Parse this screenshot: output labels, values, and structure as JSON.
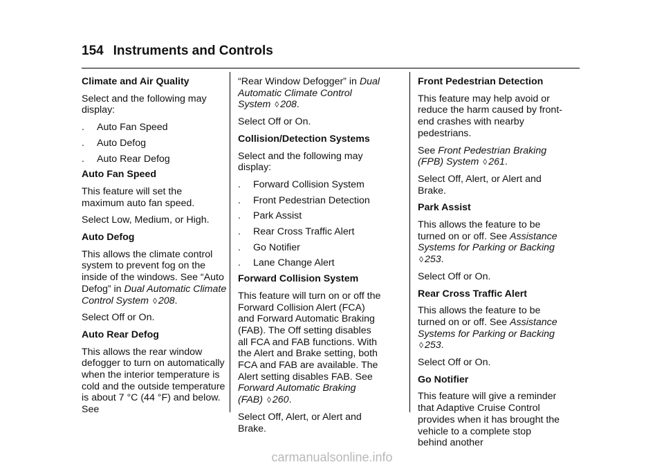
{
  "page": {
    "number": "154",
    "section_title": "Instruments and Controls"
  },
  "col1": {
    "climate_heading": "Climate and Air Quality",
    "climate_intro": "Select and the following may display:",
    "climate_items": [
      "Auto Fan Speed",
      "Auto Defog",
      "Auto Rear Defog"
    ],
    "fan_heading": "Auto Fan Speed",
    "fan_text": "This feature will set the maximum auto fan speed.",
    "fan_select": "Select Low, Medium, or High.",
    "defog_heading": "Auto Defog",
    "defog_text_a": "This allows the climate control system to prevent fog on the inside of the windows. See “Auto Defog” in ",
    "defog_ref": "Dual Automatic Climate Control System",
    "defog_page": "208",
    "defog_select": "Select Off or On.",
    "rear_heading": "Auto Rear Defog",
    "rear_text": "This allows the rear window defogger to turn on automatically when the interior temperature is cold and the outside temperature is about 7 °C (44 °F) and below. See"
  },
  "col2": {
    "rwd_text_a": "“Rear Window Defogger” in ",
    "rwd_ref": "Dual Automatic Climate Control System",
    "rwd_page": "208",
    "rwd_select": "Select Off or On.",
    "collision_heading": "Collision/Detection Systems",
    "collision_intro": "Select and the following may display:",
    "collision_items": [
      "Forward Collision System",
      "Front Pedestrian Detection",
      "Park Assist",
      "Rear Cross Traffic Alert",
      "Go Notifier",
      "Lane Change Alert"
    ],
    "fcs_heading": "Forward Collision System",
    "fcs_text": "This feature will turn on or off the Forward Collision Alert (FCA) and Forward Automatic Braking (FAB). The Off setting disables all FCA and FAB functions. With the Alert and Brake setting, both FCA and FAB are available. The Alert setting disables FAB. See ",
    "fcs_ref": "Forward Automatic Braking (FAB)",
    "fcs_page": "260",
    "fcs_select": "Select Off, Alert, or Alert and Brake."
  },
  "col3": {
    "fpd_heading": "Front Pedestrian Detection",
    "fpd_text": "This feature may help avoid or reduce the harm caused by front-end crashes with nearby pedestrians.",
    "fpd_see": "See ",
    "fpd_ref": "Front Pedestrian Braking (FPB) System",
    "fpd_page": "261",
    "fpd_select": "Select Off, Alert, or Alert and Brake.",
    "pa_heading": "Park Assist",
    "pa_text": "This allows the feature to be turned on or off. See ",
    "pa_ref": "Assistance Systems for Parking or Backing",
    "pa_page": "253",
    "pa_select": "Select Off or On.",
    "rcta_heading": "Rear Cross Traffic Alert",
    "rcta_text": "This allows the feature to be turned on or off. See ",
    "rcta_ref": "Assistance Systems for Parking or Backing",
    "rcta_page": "253",
    "rcta_select": "Select Off or On.",
    "go_heading": "Go Notifier",
    "go_text": "This feature will give a reminder that Adaptive Cruise Control provides when it has brought the vehicle to a complete stop behind another"
  },
  "footer": {
    "watermark": "carmanualsonline.info"
  }
}
